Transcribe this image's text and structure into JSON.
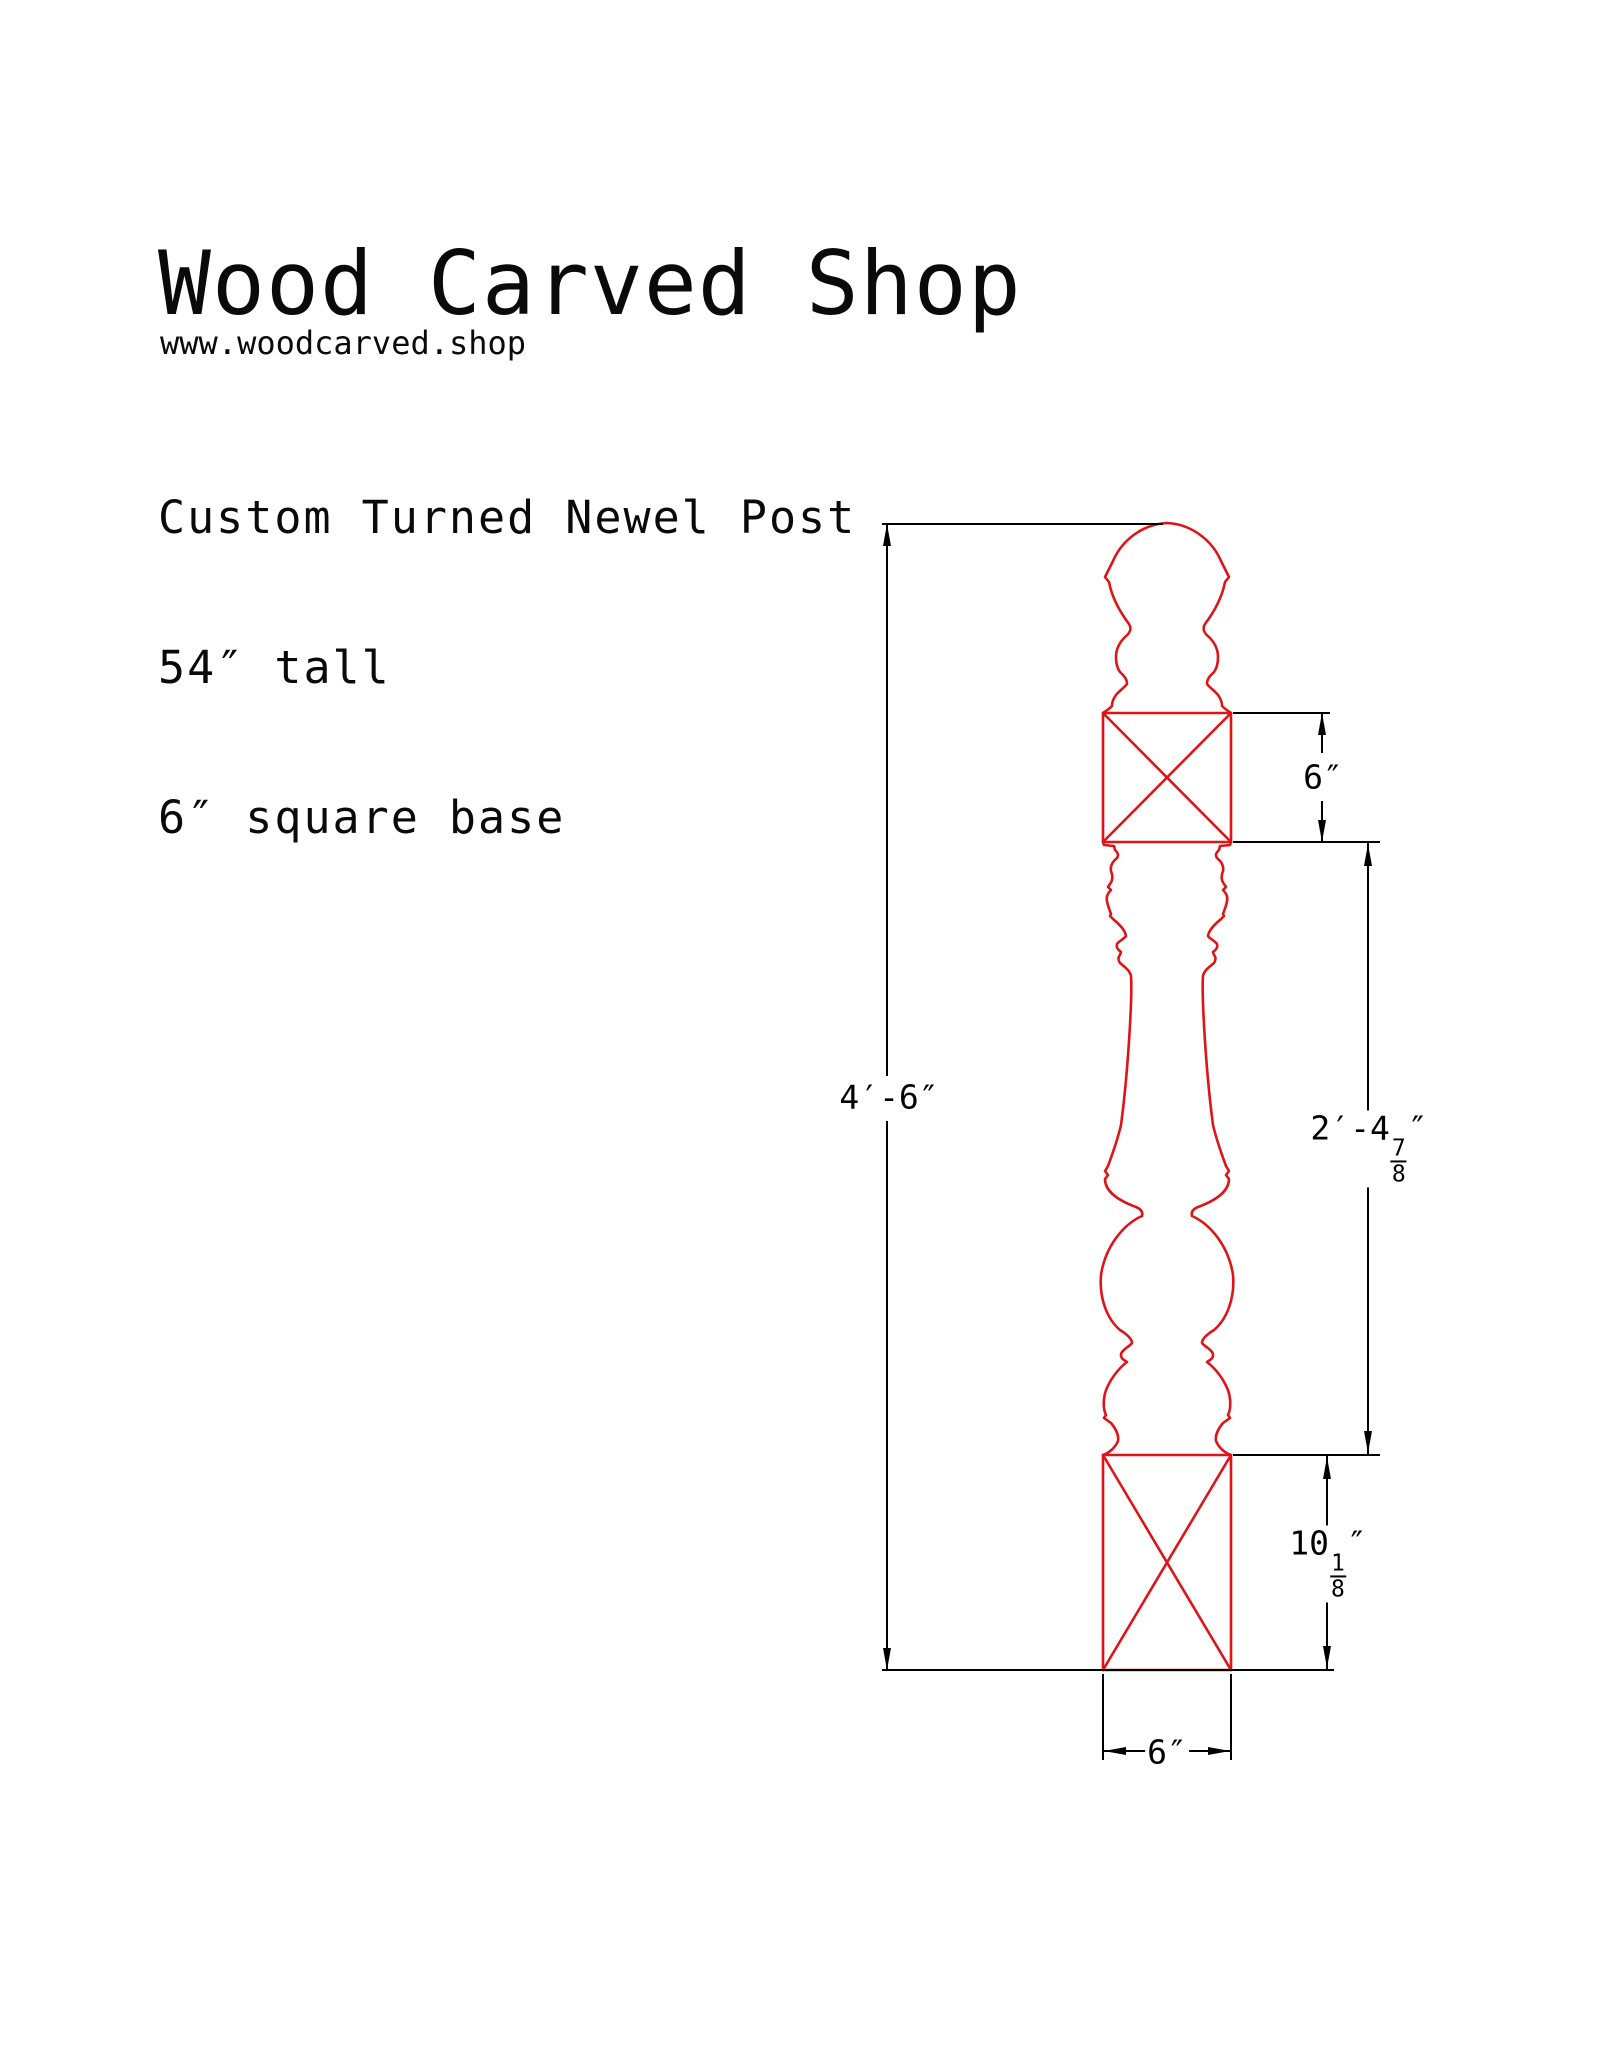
{
  "header": {
    "title": "Wood Carved Shop",
    "website": "www.woodcarved.shop",
    "product_lines": [
      "Custom Turned Newel Post",
      "54″ tall",
      "6″ square base"
    ]
  },
  "drawing": {
    "colors": {
      "outline_red": "#dd1518",
      "dimension_black": "#000000",
      "background": "#ffffff"
    },
    "dimensions": {
      "overall_height": {
        "label": "4′-6″"
      },
      "top_block_height": {
        "label": "6″"
      },
      "turned_section_height": {
        "prefix": "2′-4",
        "numerator": "7",
        "denominator": "8",
        "suffix": "″"
      },
      "bottom_block_height": {
        "prefix": "10",
        "numerator": "1",
        "denominator": "8",
        "suffix": "″"
      },
      "base_width": {
        "label": "6″"
      }
    }
  }
}
